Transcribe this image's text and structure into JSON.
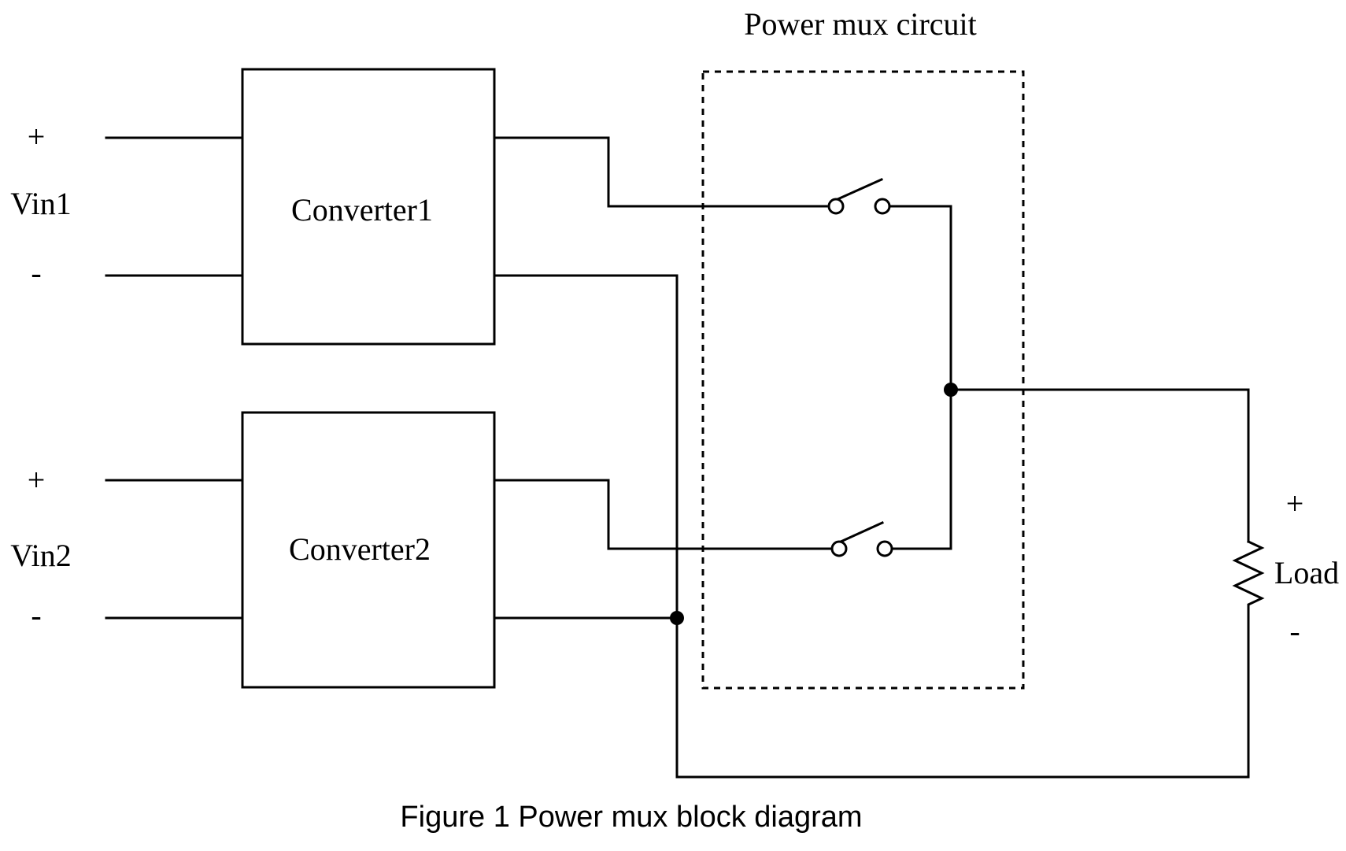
{
  "diagram": {
    "mux_title": "Power mux circuit",
    "caption": "Figure 1 Power mux block diagram",
    "input1": {
      "plus": "+",
      "name": "Vin1",
      "minus": "-"
    },
    "input2": {
      "plus": "+",
      "name": "Vin2",
      "minus": "-"
    },
    "converter1": "Converter1",
    "converter2": "Converter2",
    "load": {
      "plus": "+",
      "name": "Load",
      "minus": "-"
    }
  }
}
